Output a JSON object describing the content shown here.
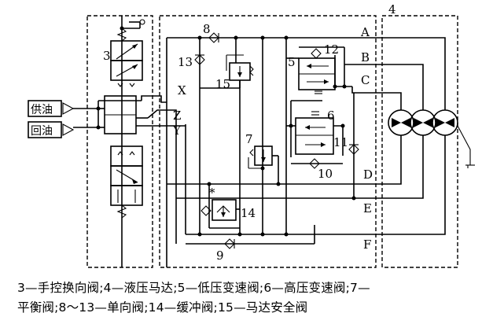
{
  "schematic": {
    "port_labels": {
      "A": "A",
      "B": "B",
      "C": "C",
      "D": "D",
      "E": "E",
      "F": "F",
      "X": "X",
      "Y": "Y",
      "Z": "Z"
    },
    "component_numbers": {
      "n3": "3",
      "n4": "4",
      "n5": "5",
      "n6": "6",
      "n7": "7",
      "n8": "8",
      "n9": "9",
      "n10": "10",
      "n11": "11",
      "n12": "12",
      "n13": "13",
      "n14": "14",
      "n15": "15"
    },
    "supply_label": "供油",
    "return_label": "回油"
  },
  "caption": {
    "line1": "3—手控换向阀;4—液压马达;5—低压变速阀;6—高压变速阀;7—",
    "line2": "平衡阀;8～13—单向阀;14—缓冲阀;15—马达安全阀"
  }
}
